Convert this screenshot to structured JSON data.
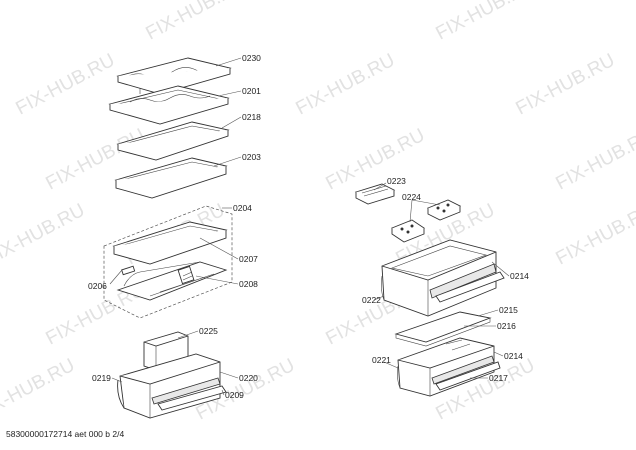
{
  "watermark": "FIX-HUB.RU",
  "footer": "58300000172714 aet 000 b 2/4",
  "labels": {
    "p0230": "0230",
    "p0201": "0201",
    "p0218": "0218",
    "p0203": "0203",
    "p0204": "0204",
    "p0207": "0207",
    "p0206": "0206",
    "p0208": "0208",
    "p0225": "0225",
    "p0219": "0219",
    "p0220": "0220",
    "p0209": "0209",
    "p0223": "0223",
    "p0224": "0224",
    "p0214a": "0214",
    "p0222": "0222",
    "p0215": "0215",
    "p0216": "0216",
    "p0221": "0221",
    "p0214b": "0214",
    "p0217": "0217"
  }
}
